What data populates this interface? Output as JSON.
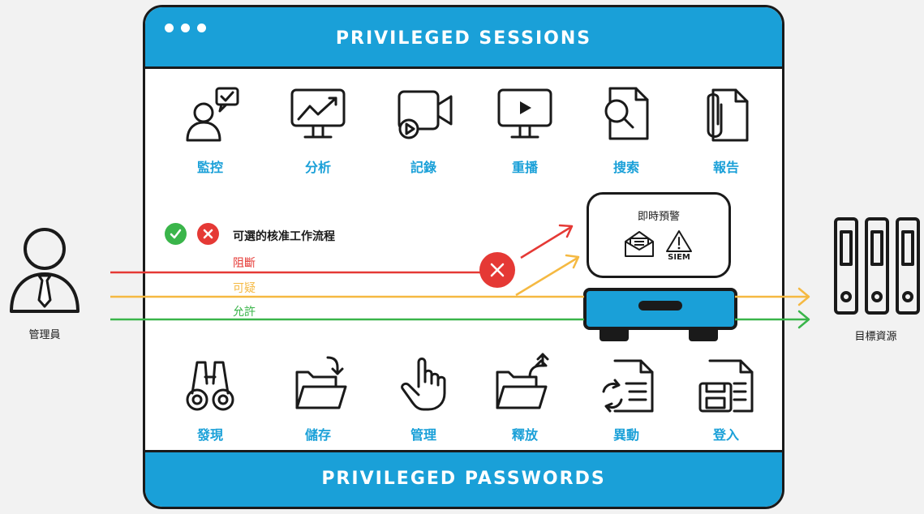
{
  "header": {
    "title": "PRIVILEGED SESSIONS"
  },
  "footer": {
    "title": "PRIVILEGED PASSWORDS"
  },
  "session_features": [
    {
      "label": "監控",
      "icon": "user-monitor-icon"
    },
    {
      "label": "分析",
      "icon": "analytics-chart-icon"
    },
    {
      "label": "記錄",
      "icon": "video-record-icon"
    },
    {
      "label": "重播",
      "icon": "replay-monitor-icon"
    },
    {
      "label": "搜索",
      "icon": "document-search-icon"
    },
    {
      "label": "報告",
      "icon": "paperclip-report-icon"
    }
  ],
  "password_features": [
    {
      "label": "發現",
      "icon": "binoculars-icon"
    },
    {
      "label": "儲存",
      "icon": "folder-store-icon"
    },
    {
      "label": "管理",
      "icon": "hand-pointer-icon"
    },
    {
      "label": "釋放",
      "icon": "folder-release-icon"
    },
    {
      "label": "異動",
      "icon": "document-rotate-icon"
    },
    {
      "label": "登入",
      "icon": "floppy-login-icon"
    }
  ],
  "workflow": {
    "label": "可選的核准工作流程",
    "approve_icon": "check-icon",
    "reject_icon": "close-icon"
  },
  "lanes": [
    {
      "label": "阻斷",
      "color": "#e53935"
    },
    {
      "label": "可疑",
      "color": "#f5b942"
    },
    {
      "label": "允許",
      "color": "#3ab54a"
    }
  ],
  "alert": {
    "title": "即時預警",
    "siem": "SIEM",
    "icons": [
      "mail-icon",
      "warning-icon"
    ]
  },
  "admin": {
    "label": "管理員",
    "icon": "admin-user-icon"
  },
  "target": {
    "label": "目標資源",
    "icon": "server-rack-icon"
  },
  "colors": {
    "accent": "#1aa0d8",
    "outline": "#1a1a1a",
    "block": "#e53935",
    "suspicious": "#f5b942",
    "allow": "#3ab54a"
  }
}
